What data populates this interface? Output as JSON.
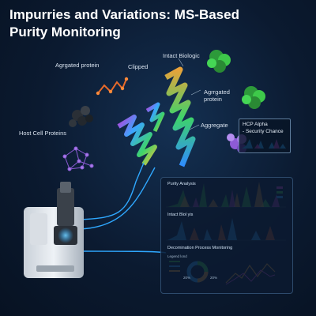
{
  "page": {
    "title_line1": "Impurries and Variations: MS-Based",
    "title_line2": "Purity Monitoring"
  },
  "labels": {
    "agregated_protein": "Agrgated protein",
    "clipped": "Clipped",
    "intact_biologic": "Intact Biologic",
    "aggrgated_protein": "Agrrgated protein",
    "host_cell_proteins": "Host Cell Proteins",
    "aggregate": "Aggregate"
  },
  "hcp_box": {
    "line1": "HCP Alpha",
    "line2": "- Security Chance"
  },
  "dashboard": {
    "purity_analysis": "Purity Analysis",
    "intact_analysis": "Intact Blol yis",
    "process_monitoring": "Decomination Process Monitoring",
    "legend_label": "Legend lond",
    "donut_left": "20%",
    "donut_right": "20%"
  },
  "colors": {
    "background": "#0b1a30",
    "accent_blue": "#2fa8ff",
    "aggregate_green": "#3ec94a",
    "hcp_purple": "#8d5bd6",
    "clipped_orange": "#e86a2a"
  },
  "icons": {
    "instrument": "mass-spectrometer-icon",
    "green_cluster": "aggregate-cluster-icon",
    "dark_cluster": "host-cell-protein-cluster-icon"
  }
}
